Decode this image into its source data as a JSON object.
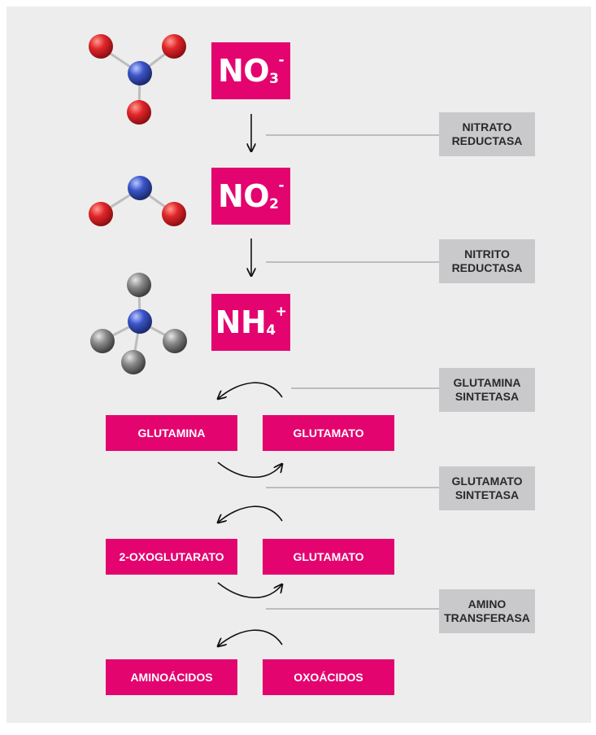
{
  "colors": {
    "accent": "#e3046f",
    "enzyme_bg": "#c9c9cb",
    "panel_bg": "#ededed",
    "oxygen": "#e0262a",
    "nitrogen": "#3b55c8",
    "hydrogen": "#8a8a8a"
  },
  "compounds": {
    "nitrate": {
      "base": "NO",
      "sub": "3",
      "sup": "-"
    },
    "nitrite": {
      "base": "NO",
      "sub": "2",
      "sup": "-"
    },
    "ammonium": {
      "base": "NH",
      "sub": "4",
      "sup": "+"
    }
  },
  "enzymes": {
    "nitrato_reductasa": [
      "NITRATO",
      "REDUCTASA"
    ],
    "nitrito_reductasa": [
      "NITRITO",
      "REDUCTASA"
    ],
    "glutamina_sintetasa": [
      "GLUTAMINA",
      "SINTETASA"
    ],
    "glutamato_sintetasa": [
      "GLUTAMATO",
      "SINTETASA"
    ],
    "amino_transferasa": [
      "AMINO",
      "TRANSFERASA"
    ]
  },
  "boxes": {
    "row1_left": "GLUTAMINA",
    "row1_right": "GLUTAMATO",
    "row2_left": "2-OXOGLUTARATO",
    "row2_right": "GLUTAMATO",
    "row3_left": "AMINOÁCIDOS",
    "row3_right": "OXOÁCIDOS"
  },
  "icons": [
    "nitrate-molecule-icon",
    "nitrite-molecule-icon",
    "ammonium-molecule-icon",
    "down-arrow-icon",
    "curved-arrow-icon"
  ]
}
